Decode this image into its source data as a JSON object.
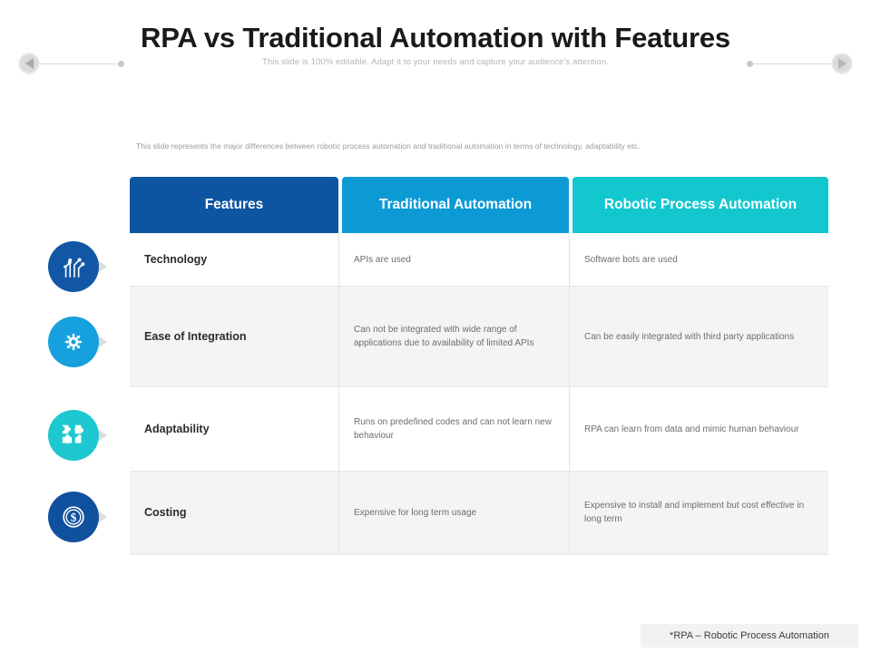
{
  "header": {
    "title": "RPA vs Traditional Automation with Features",
    "subtitle": "This slide is 100% editable. Adapt it to your needs and capture your audience's attention."
  },
  "intro": "This slide represents the major differences between robotic process automation and traditional automation in terms of technology, adaptability etc.",
  "table": {
    "columns": [
      "Features",
      "Traditional Automation",
      "Robotic Process Automation"
    ],
    "column_colors": [
      "#0d55a1",
      "#0c9ad5",
      "#13c7cf"
    ],
    "rows": [
      {
        "icon": "circuit-tech-icon",
        "icon_color": "#1257a5",
        "feature": "Technology",
        "traditional": "APIs are used",
        "rpa": "Software bots are used"
      },
      {
        "icon": "gear-hub-icon",
        "icon_color": "#16a0dd",
        "feature": "Ease of Integration",
        "traditional": "Can not be integrated with wide range of applications due to availability of limited APIs",
        "rpa": "Can be easily integrated with third party applications"
      },
      {
        "icon": "puzzle-icon",
        "icon_color": "#1ec8d0",
        "feature": "Adaptability",
        "traditional": "Runs on predefined codes and can not learn new behaviour",
        "rpa": "RPA can learn from data and mimic human behaviour"
      },
      {
        "icon": "dollar-coin-icon",
        "icon_color": "#10519e",
        "feature": "Costing",
        "traditional": "Expensive for long term usage",
        "rpa": "Expensive to install and implement but cost effective in long term"
      }
    ]
  },
  "footnote": "*RPA – Robotic Process Automation"
}
